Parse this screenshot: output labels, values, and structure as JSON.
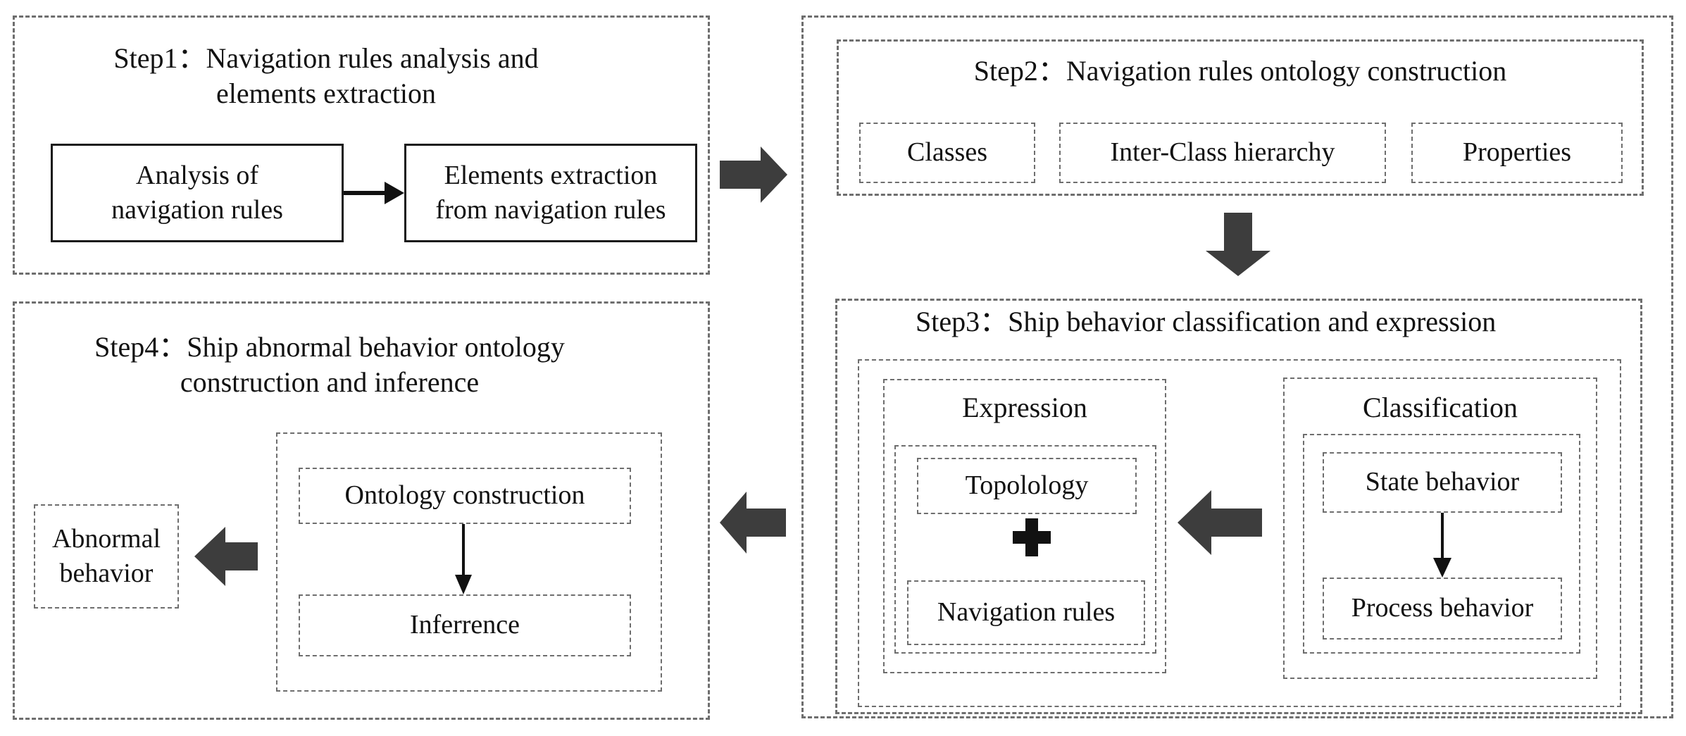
{
  "step1": {
    "title_line1": "Step1：Navigation rules analysis and",
    "title_line2": "elements extraction",
    "box_a_line1": "Analysis of",
    "box_a_line2": "navigation rules",
    "box_b_line1": "Elements extraction",
    "box_b_line2": "from navigation rules"
  },
  "step2": {
    "title": "Step2：Navigation rules ontology construction",
    "items": [
      "Classes",
      "Inter-Class hierarchy",
      "Properties"
    ]
  },
  "step3": {
    "title": "Step3：Ship behavior classification and expression",
    "expression": {
      "title": "Expression",
      "top": "Topolology",
      "bottom": "Navigation rules"
    },
    "classification": {
      "title": "Classification",
      "top": "State behavior",
      "bottom": "Process behavior"
    }
  },
  "step4": {
    "title_line1": "Step4：Ship abnormal behavior ontology",
    "title_line2": "construction and inference",
    "ontology": "Ontology construction",
    "inference": "Inferrence",
    "result_line1": "Abnormal",
    "result_line2": "behavior"
  }
}
